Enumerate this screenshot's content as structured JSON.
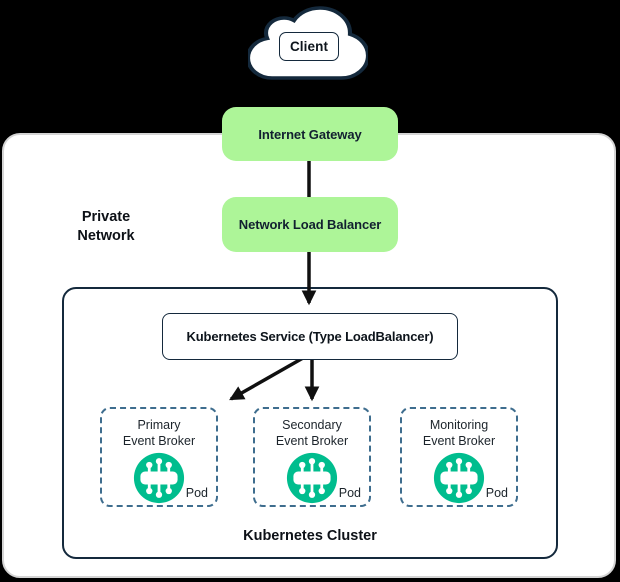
{
  "diagram": {
    "client": {
      "label": "Client"
    },
    "internet_gateway": {
      "label": "Internet Gateway"
    },
    "network_load_balancer": {
      "label": "Network Load Balancer"
    },
    "private_network": {
      "line1": "Private",
      "line2": "Network"
    },
    "kubernetes_service": {
      "label": "Kubernetes Service (Type LoadBalancer)"
    },
    "cluster_label": "Kubernetes Cluster",
    "pods": [
      {
        "line1": "Primary",
        "line2": "Event Broker",
        "badge": "Pod"
      },
      {
        "line1": "Secondary",
        "line2": "Event Broker",
        "badge": "Pod"
      },
      {
        "line1": "Monitoring",
        "line2": "Event Broker",
        "badge": "Pod"
      }
    ],
    "colors": {
      "background": "#000000",
      "panel": "#FFFFFF",
      "panel_border": "#D4D4D4",
      "accent_green": "#ADF598",
      "navy": "#14293C",
      "dashed_blue": "#3E6D8E",
      "broker_teal": "#00BD8E"
    }
  }
}
